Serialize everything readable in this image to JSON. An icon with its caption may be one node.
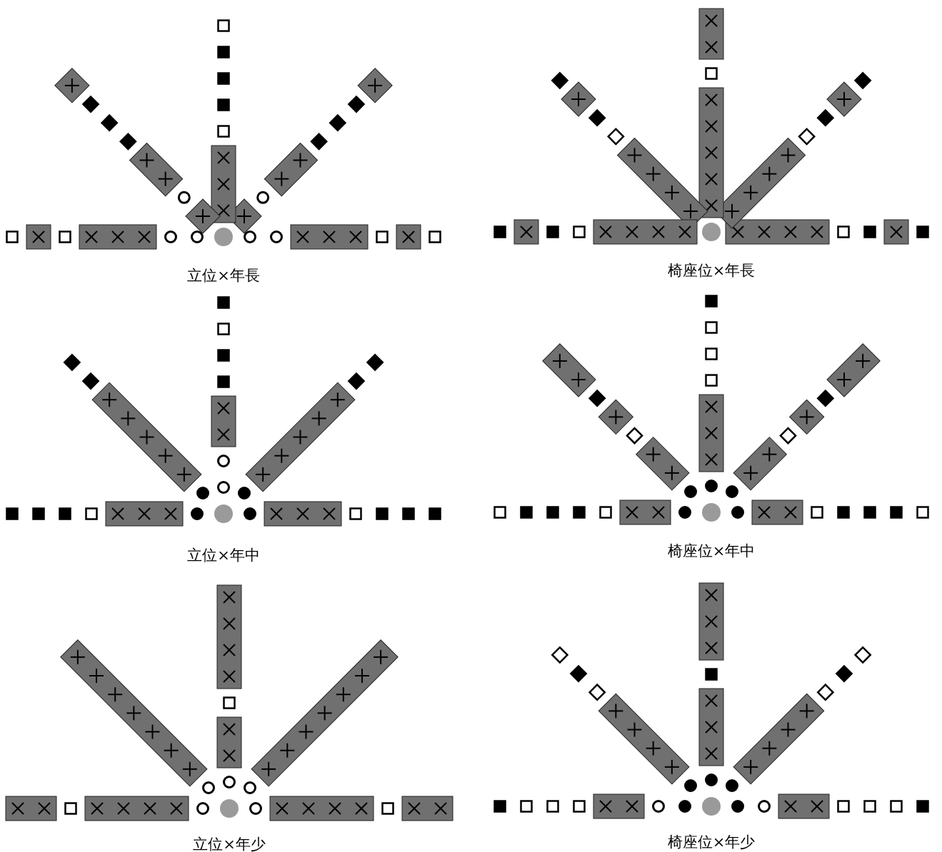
{
  "diagram": {
    "labels": [
      "立位×年長",
      "椅座位×年長",
      "立位×年中",
      "椅座位×年中",
      "立位×年少",
      "椅座位×年少"
    ]
  }
}
